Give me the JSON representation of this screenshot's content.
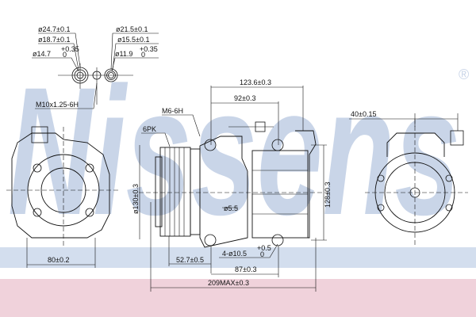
{
  "brand": {
    "watermark": "Nissens",
    "registered_mark": "®"
  },
  "colors": {
    "watermark": "#c9d5e8",
    "pink_band": "#f0d2db",
    "blue_band": "#d3deee"
  },
  "fittings": {
    "left": [
      "ø24.7±0.1",
      "ø18.7±0.1",
      "ø14.7",
      "+0.35",
      "0"
    ],
    "right": [
      "ø21.5±0.1",
      "ø15.5±0.1",
      "ø11.9",
      "+0.35",
      "0"
    ],
    "thread": "M10x1.25-6H"
  },
  "side_view": {
    "m6": "M6-6H",
    "belt": "6PK",
    "dia130": "ø130±0.3",
    "d123": "123.6±0.3",
    "d92": "92±0.3",
    "d128": "128±0.3",
    "hole55": "ø5.5",
    "holes": "4-ø10.5",
    "holes_tol_up": "+0.5",
    "holes_tol_dn": "0",
    "d527": "52.7±0.5",
    "d87": "87±0.3",
    "d209": "209MAX±0.3"
  },
  "left_view": {
    "d80": "80±0.2"
  },
  "right_view": {
    "d40": "40±0.15"
  }
}
